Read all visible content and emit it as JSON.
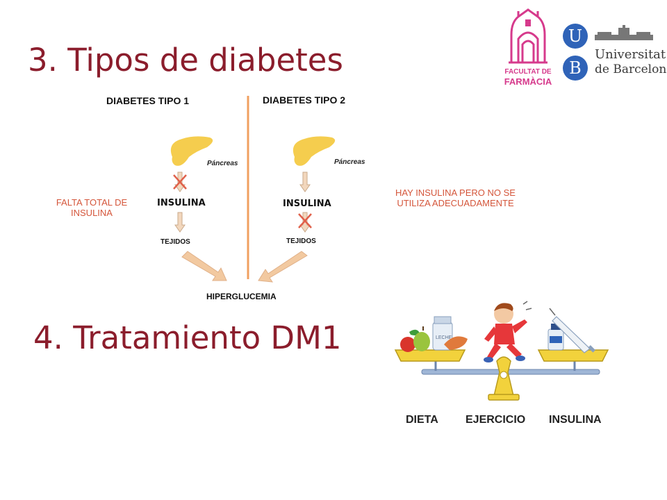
{
  "slide": {
    "title1": "3. Tipos de diabetes",
    "title2": "4. Tratamiento DM1"
  },
  "logos": {
    "faculty_line1": "FACULTAT DE",
    "faculty_line2": "FARMÀCIA",
    "university_line1": "Universitat",
    "university_line2": "de Barcelona",
    "ub_letter1": "U",
    "ub_letter2": "B"
  },
  "diagram": {
    "type1_header": "DIABETES TIPO 1",
    "type2_header": "DIABETES TIPO 2",
    "pancreas_label": "Páncreas",
    "insulin_label": "INSULINA",
    "tissues_label": "TEJIDOS",
    "result_label": "HIPERGLUCEMIA",
    "type1_note": "FALTA TOTAL DE INSULINA",
    "type2_note": "HAY INSULINA PERO NO SE UTILIZA ADECUADAMENTE"
  },
  "treatment": {
    "milk_label": "LECHE",
    "labels": [
      "DIETA",
      "EJERCICIO",
      "INSULINA"
    ]
  },
  "colors": {
    "title": "#8b1d2c",
    "note": "#d4553a",
    "divider": "#f0a060",
    "pancreas": "#f5cd4e",
    "arrow": "#f2c9a0",
    "cross": "#e0604a",
    "faculty": "#d63a8c",
    "ub_blue": "#2f63b8"
  }
}
